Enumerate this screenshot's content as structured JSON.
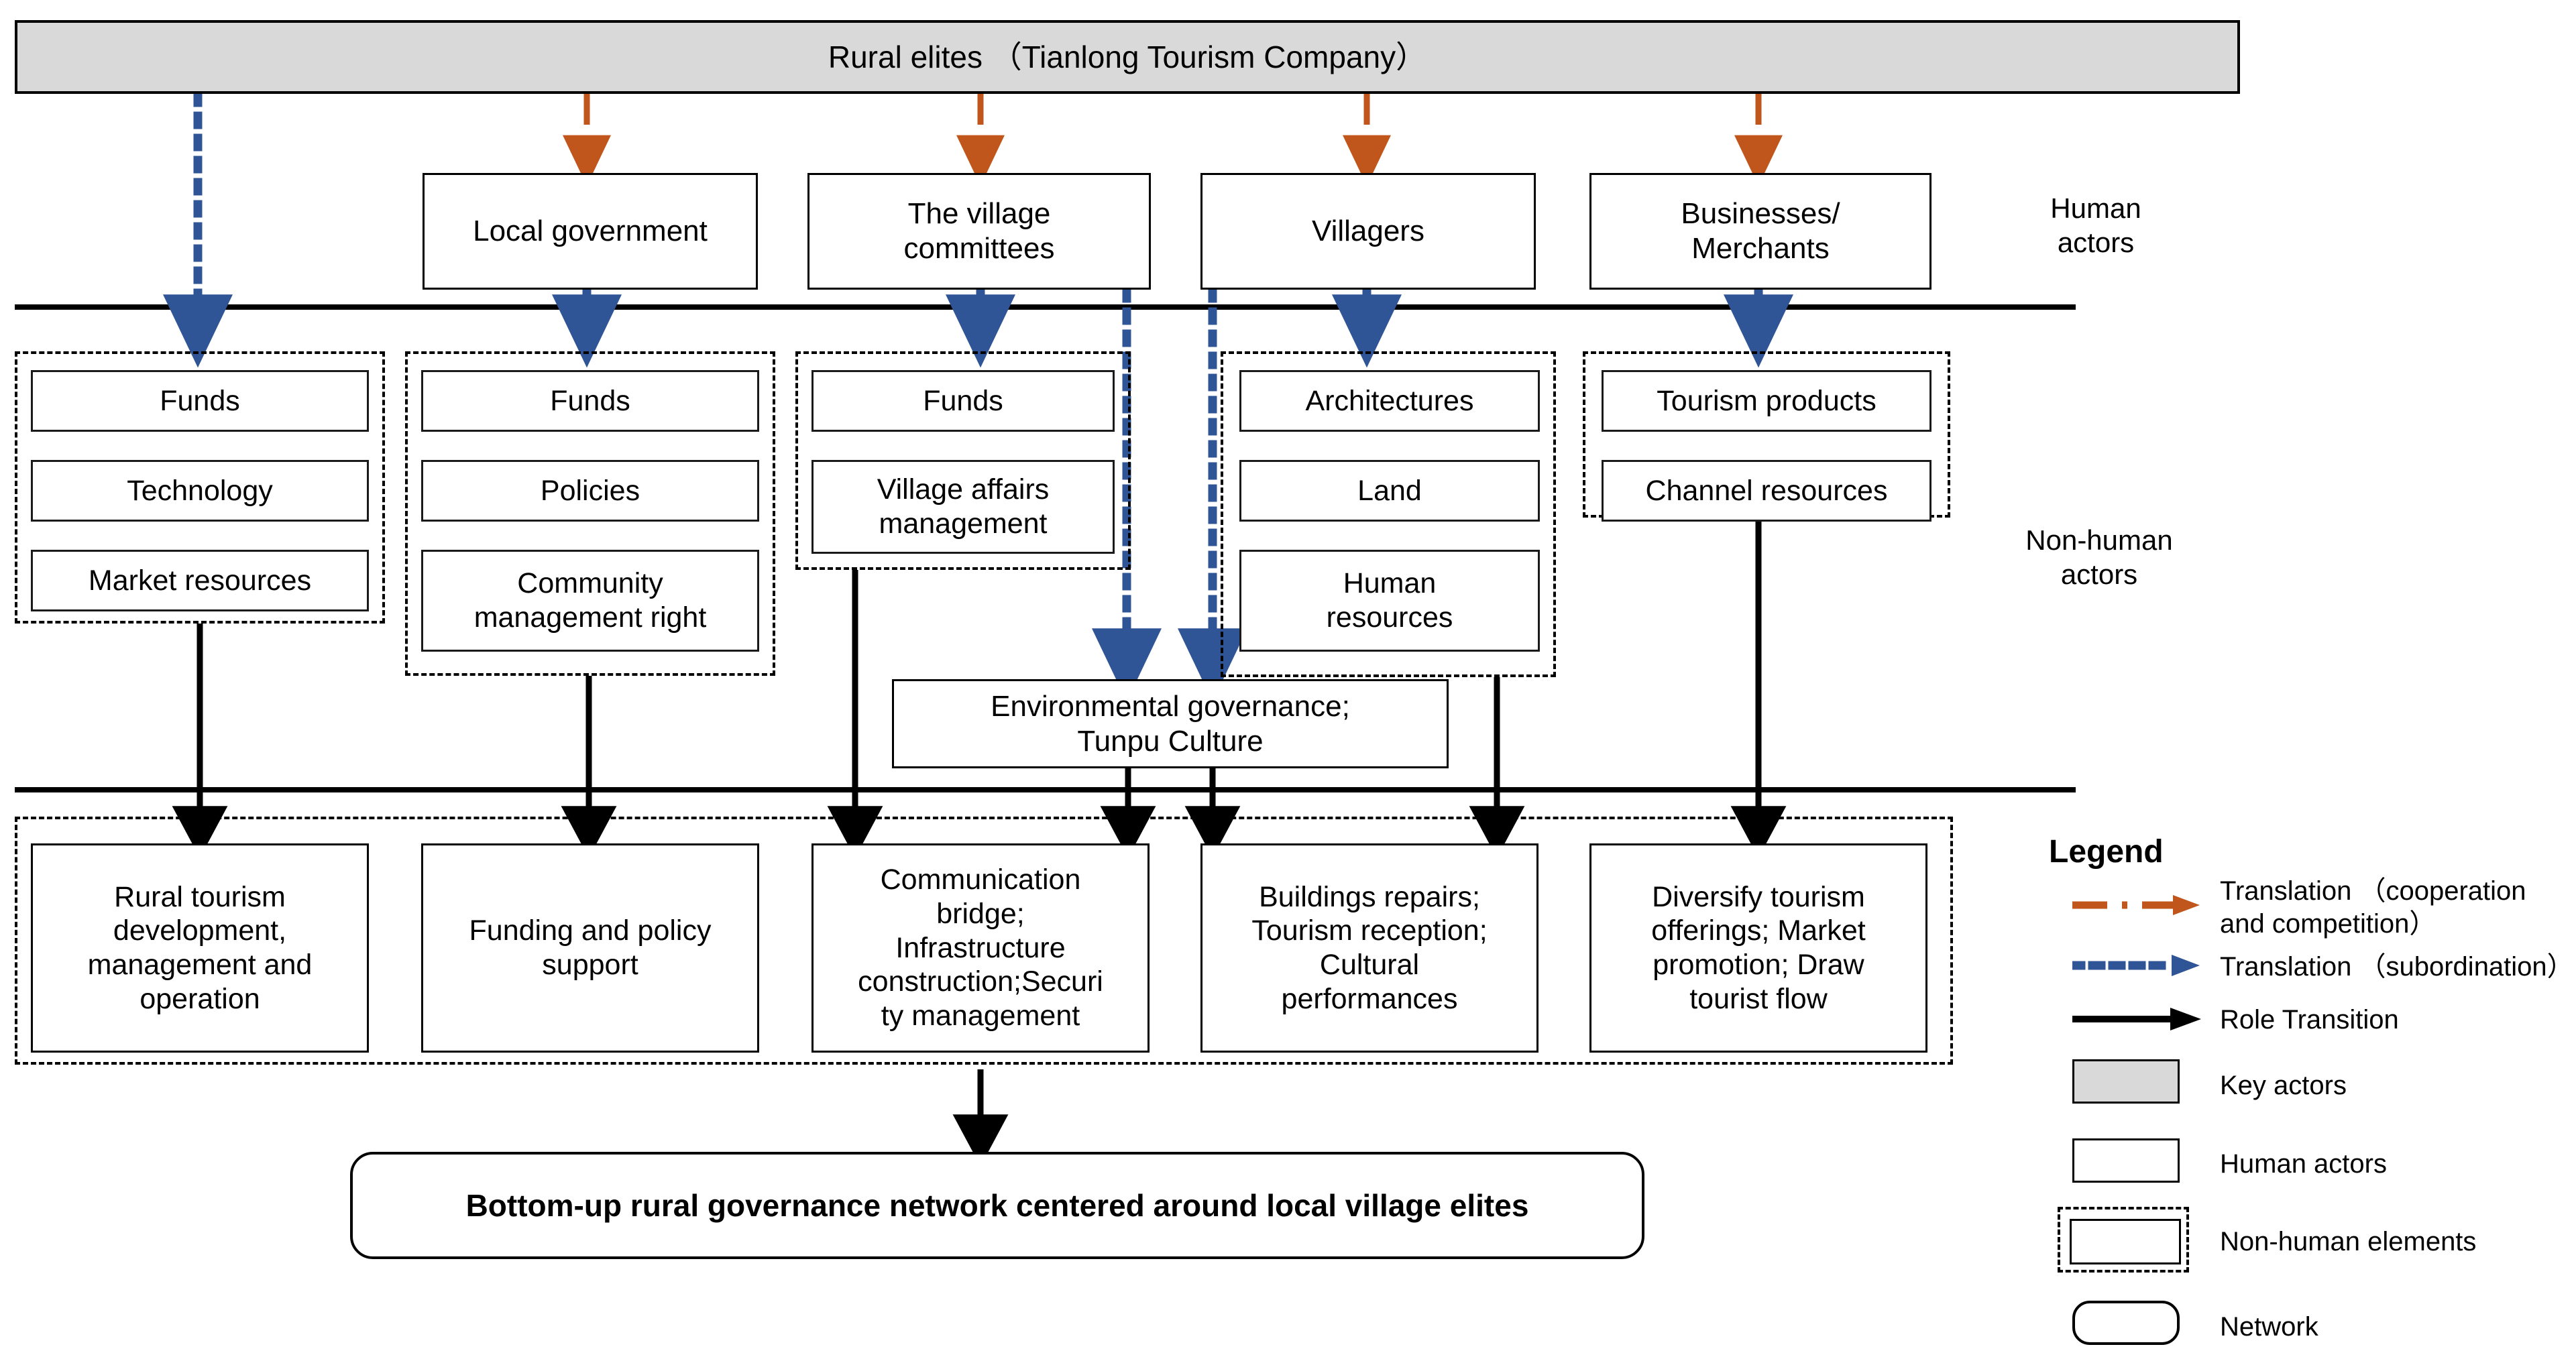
{
  "colors": {
    "orange": "#C0561B",
    "blue": "#2F5597",
    "black": "#000000",
    "key_actor_fill": "#D9D9D9"
  },
  "key_actor": {
    "label": "Rural elites （Tianlong Tourism Company）"
  },
  "side_labels": {
    "human": "Human\nactors",
    "human_line1": "Human",
    "human_line2": "actors",
    "nonhuman_line1": "Non-human",
    "nonhuman_line2": "actors"
  },
  "actors": [
    {
      "id": "local-government",
      "label": "Local government"
    },
    {
      "id": "village-committees",
      "label": "The village\ncommittees",
      "line1": "The village",
      "line2": "committees"
    },
    {
      "id": "villagers",
      "label": "Villagers"
    },
    {
      "id": "businesses-merchants",
      "label": "Businesses/\nMerchants",
      "line1": "Businesses/",
      "line2": "Merchants"
    }
  ],
  "resource_groups": [
    {
      "id": "elite-resources",
      "owner": "Rural elites",
      "items": [
        "Funds",
        "Technology",
        "Market resources"
      ]
    },
    {
      "id": "government-resources",
      "owner": "Local government",
      "items": [
        "Funds",
        "Policies",
        "Community\nmanagement right"
      ]
    },
    {
      "id": "committee-resources",
      "owner": "The village committees",
      "items": [
        "Funds",
        "Village affairs\nmanagement"
      ]
    },
    {
      "id": "villager-resources",
      "owner": "Villagers",
      "items": [
        "Architectures",
        "Land",
        "Human\nresources"
      ]
    },
    {
      "id": "business-resources",
      "owner": "Businesses/Merchants",
      "items": [
        "Tourism products",
        "Channel resources"
      ]
    }
  ],
  "shared_resource": {
    "id": "environmental-governance",
    "label": "Environmental governance;\nTunpu Culture",
    "line1": "Environmental governance;",
    "line2": "Tunpu Culture"
  },
  "outcomes": [
    {
      "id": "rural-tourism-development",
      "label": "Rural tourism development, management and operation"
    },
    {
      "id": "funding-policy-support",
      "label": "Funding and policy support"
    },
    {
      "id": "communication-bridge",
      "label": "Communication bridge; Infrastructure construction;Security management"
    },
    {
      "id": "buildings-repairs",
      "label": "Buildings repairs; Tourism reception; Cultural performances"
    },
    {
      "id": "diversify-tourism",
      "label": "Diversify tourism offerings; Market promotion; Draw tourist flow"
    }
  ],
  "network": {
    "label": "Bottom-up rural governance network centered around local village elites"
  },
  "legend": {
    "title": "Legend",
    "items": [
      {
        "id": "translation-cooperation",
        "icon": "orange-dash-dot-arrow-icon",
        "label": "Translation （cooperation and competition）",
        "line1": "Translation （cooperation",
        "line2": "and competition）",
        "color": "#C0561B"
      },
      {
        "id": "translation-subordination",
        "icon": "blue-dotted-arrow-icon",
        "label": "Translation （subordination）",
        "line1": "Translation （subordination）",
        "color": "#2F5597"
      },
      {
        "id": "role-transition",
        "icon": "black-solid-arrow-icon",
        "label": "Role Transition",
        "line1": "Role Transition",
        "color": "#000000"
      },
      {
        "id": "key-actors",
        "icon": "gray-filled-rect-icon",
        "label": "Key actors",
        "line1": "Key actors",
        "color": "#D9D9D9"
      },
      {
        "id": "human-actors",
        "icon": "white-rect-icon",
        "label": "Human actors",
        "line1": "Human actors",
        "color": "#FFFFFF"
      },
      {
        "id": "non-human-elements",
        "icon": "dashed-rect-icon",
        "label": "Non-human elements",
        "line1": "Non-human elements",
        "color": "#FFFFFF"
      },
      {
        "id": "network",
        "icon": "rounded-rect-icon",
        "label": "Network",
        "line1": "Network",
        "color": "#FFFFFF"
      }
    ]
  }
}
